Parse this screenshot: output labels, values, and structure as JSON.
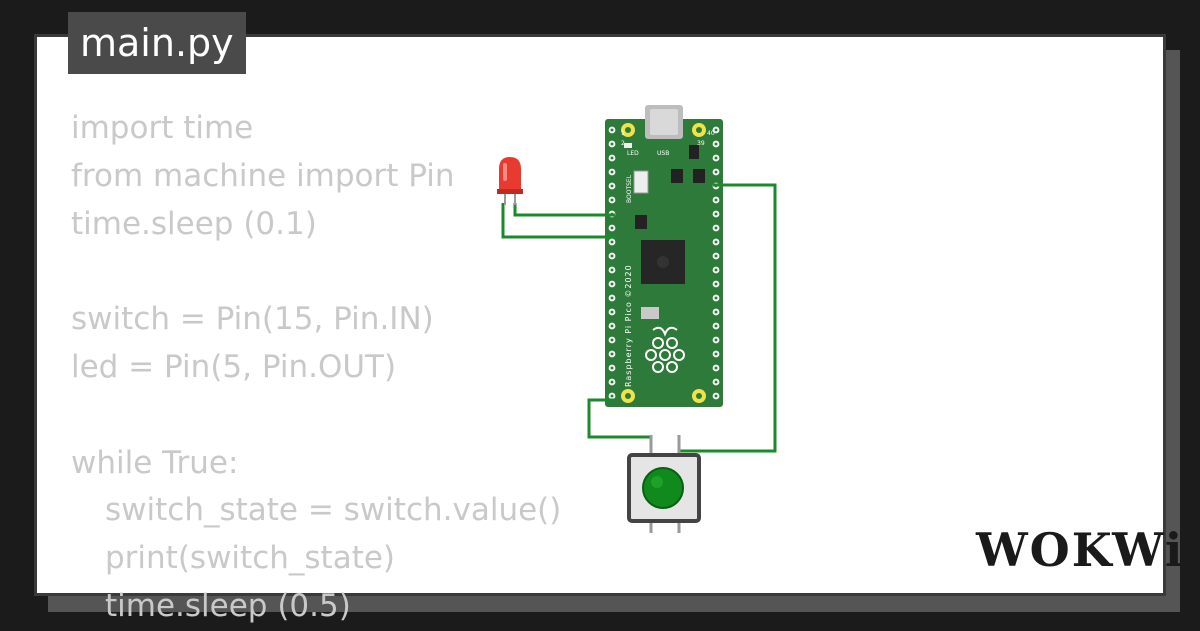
{
  "tab": {
    "filename": "main.py"
  },
  "code_lines": [
    {
      "text": "import time",
      "indent": 0
    },
    {
      "text": "from machine import Pin",
      "indent": 0
    },
    {
      "text": "time.sleep (0.1)",
      "indent": 0
    },
    {
      "text": "",
      "indent": 0
    },
    {
      "text": "switch = Pin(15, Pin.IN)",
      "indent": 0
    },
    {
      "text": "led = Pin(5, Pin.OUT)",
      "indent": 0
    },
    {
      "text": "",
      "indent": 0
    },
    {
      "text": "while True:",
      "indent": 0
    },
    {
      "text": "switch_state = switch.value()",
      "indent": 1
    },
    {
      "text": "print(switch_state)",
      "indent": 1
    },
    {
      "text": "time.sleep (0.5)",
      "indent": 1
    }
  ],
  "board": {
    "labels": [
      "LED",
      "USB",
      "BOOTSEL",
      "Raspberry Pi Pico ©2020"
    ],
    "pin_numbers": [
      "1",
      "2",
      "39",
      "40"
    ],
    "color": "#2d7a3a"
  },
  "components": {
    "led_color": "#e63b2e",
    "button_color": "#108a1c",
    "wire_color": "#1a8a2a"
  },
  "logo": {
    "text": "WOKWi"
  },
  "colors": {
    "background": "#1b1b1b",
    "panel": "#ffffff",
    "code_text": "#c9c9c9",
    "tab_bg": "#4a4a4a"
  }
}
